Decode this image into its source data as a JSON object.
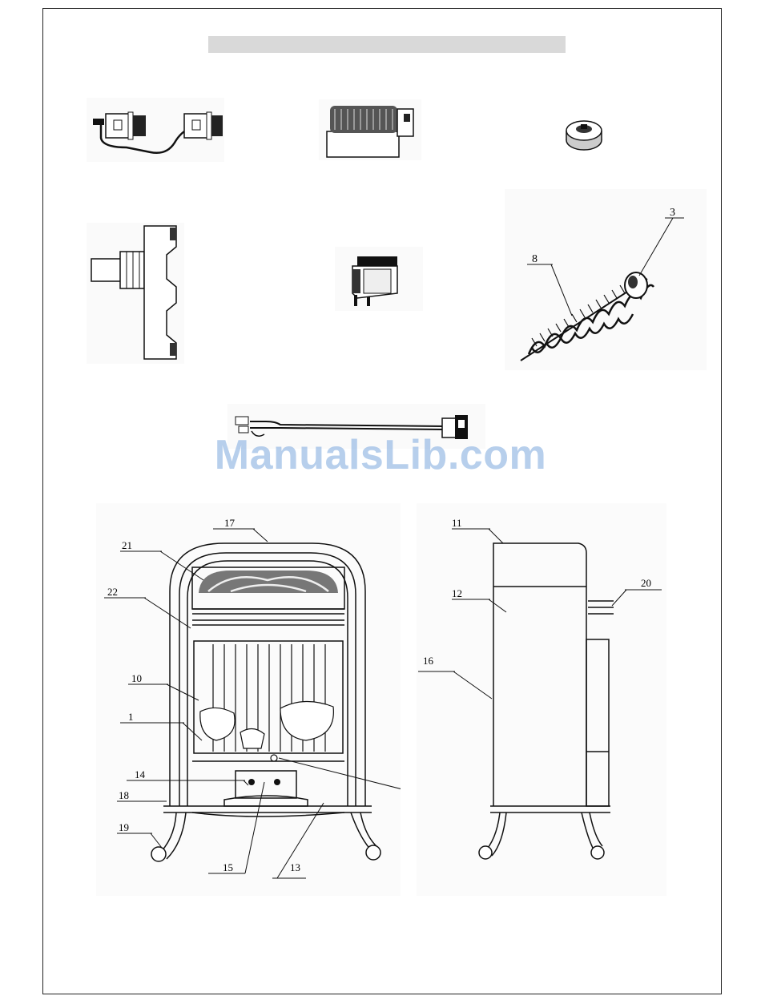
{
  "watermark": "ManualsLib.com",
  "callouts": {
    "heater_front": {
      "c17": "17",
      "c21": "21",
      "c22": "22",
      "c10": "10",
      "c1": "1",
      "c14": "14",
      "c18": "18",
      "c19": "19",
      "c15": "15",
      "c13": "13"
    },
    "heater_side": {
      "c11": "11",
      "c12": "12",
      "c20": "20",
      "c16": "16"
    },
    "heating_element": {
      "c3": "3",
      "c8": "8"
    }
  },
  "icons": [
    "wire-connector-harness-icon",
    "fan-motor-icon",
    "control-knob-icon",
    "switch-bracket-icon",
    "rocker-switch-icon",
    "heating-element-icon",
    "power-cord-icon",
    "heater-front-view-icon",
    "heater-side-view-icon"
  ]
}
